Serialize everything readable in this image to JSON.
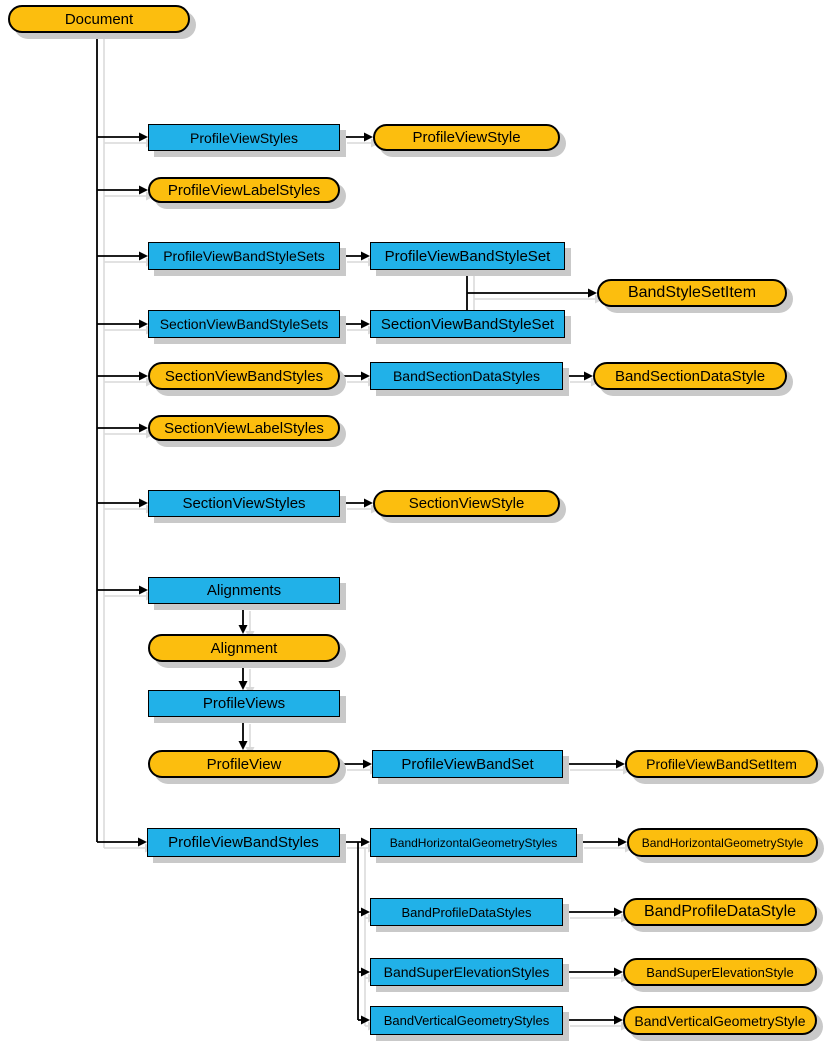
{
  "diagram": {
    "background": "#FFFFFF",
    "colors": {
      "node_blue": "#21B1E8",
      "node_orange": "#FCBE0E",
      "border": "#000000",
      "shadow": "#C9C9C9",
      "line_shadow": "#D9D9D9",
      "line": "#000000"
    },
    "nodes": [
      {
        "id": "document",
        "label": "Document",
        "shape": "pill"
      },
      {
        "id": "profileViewStyles",
        "label": "ProfileViewStyles",
        "shape": "rect"
      },
      {
        "id": "profileViewStyle",
        "label": "ProfileViewStyle",
        "shape": "pill"
      },
      {
        "id": "profileViewLabelStyles",
        "label": "ProfileViewLabelStyles",
        "shape": "pill"
      },
      {
        "id": "profileViewBandStyleSets",
        "label": "ProfileViewBandStyleSets",
        "shape": "rect"
      },
      {
        "id": "profileViewBandStyleSet",
        "label": "ProfileViewBandStyleSet",
        "shape": "rect"
      },
      {
        "id": "bandStyleSetItem",
        "label": "BandStyleSetItem",
        "shape": "pill"
      },
      {
        "id": "sectionViewBandStyleSets",
        "label": "SectionViewBandStyleSets",
        "shape": "rect"
      },
      {
        "id": "sectionViewBandStyleSet",
        "label": "SectionViewBandStyleSet",
        "shape": "rect"
      },
      {
        "id": "sectionViewBandStyles",
        "label": "SectionViewBandStyles",
        "shape": "pill"
      },
      {
        "id": "bandSectionDataStyles",
        "label": "BandSectionDataStyles",
        "shape": "rect"
      },
      {
        "id": "bandSectionDataStyle",
        "label": "BandSectionDataStyle",
        "shape": "pill"
      },
      {
        "id": "sectionViewLabelStyles",
        "label": "SectionViewLabelStyles",
        "shape": "pill"
      },
      {
        "id": "sectionViewStyles",
        "label": "SectionViewStyles",
        "shape": "rect"
      },
      {
        "id": "sectionViewStyle",
        "label": "SectionViewStyle",
        "shape": "pill"
      },
      {
        "id": "alignments",
        "label": "Alignments",
        "shape": "rect"
      },
      {
        "id": "alignment",
        "label": "Alignment",
        "shape": "pill"
      },
      {
        "id": "profileViews",
        "label": "ProfileViews",
        "shape": "rect"
      },
      {
        "id": "profileView",
        "label": "ProfileView",
        "shape": "pill"
      },
      {
        "id": "profileViewBandSet",
        "label": "ProfileViewBandSet",
        "shape": "rect"
      },
      {
        "id": "profileViewBandSetItem",
        "label": "ProfileViewBandSetItem",
        "shape": "pill"
      },
      {
        "id": "profileViewBandStyles",
        "label": "ProfileViewBandStyles",
        "shape": "rect"
      },
      {
        "id": "bandHorizontalGeometryStyles",
        "label": "BandHorizontalGeometryStyles",
        "shape": "rect"
      },
      {
        "id": "bandHorizontalGeometryStyle",
        "label": "BandHorizontalGeometryStyle",
        "shape": "pill"
      },
      {
        "id": "bandProfileDataStyles",
        "label": "BandProfileDataStyles",
        "shape": "rect"
      },
      {
        "id": "bandProfileDataStyle",
        "label": "BandProfileDataStyle",
        "shape": "pill"
      },
      {
        "id": "bandSuperElevationStyles",
        "label": "BandSuperElevationStyles",
        "shape": "rect"
      },
      {
        "id": "bandSuperElevationStyle",
        "label": "BandSuperElevationStyle",
        "shape": "pill"
      },
      {
        "id": "bandVerticalGeometryStyles",
        "label": "BandVerticalGeometryStyles",
        "shape": "rect"
      },
      {
        "id": "bandVerticalGeometryStyle",
        "label": "BandVerticalGeometryStyle",
        "shape": "pill"
      }
    ],
    "edges": [
      {
        "from": "document",
        "to": "profileViewStyles"
      },
      {
        "from": "document",
        "to": "profileViewLabelStyles"
      },
      {
        "from": "document",
        "to": "profileViewBandStyleSets"
      },
      {
        "from": "document",
        "to": "sectionViewBandStyleSets"
      },
      {
        "from": "document",
        "to": "sectionViewBandStyles"
      },
      {
        "from": "document",
        "to": "sectionViewLabelStyles"
      },
      {
        "from": "document",
        "to": "sectionViewStyles"
      },
      {
        "from": "document",
        "to": "alignments"
      },
      {
        "from": "document",
        "to": "profileViewBandStyles"
      },
      {
        "from": "profileViewStyles",
        "to": "profileViewStyle"
      },
      {
        "from": "profileViewBandStyleSets",
        "to": "profileViewBandStyleSet"
      },
      {
        "from": "profileViewBandStyleSet",
        "to": "bandStyleSetItem"
      },
      {
        "from": "sectionViewBandStyleSet",
        "to": "bandStyleSetItem"
      },
      {
        "from": "sectionViewBandStyleSets",
        "to": "sectionViewBandStyleSet"
      },
      {
        "from": "sectionViewBandStyles",
        "to": "bandSectionDataStyles"
      },
      {
        "from": "bandSectionDataStyles",
        "to": "bandSectionDataStyle"
      },
      {
        "from": "sectionViewStyles",
        "to": "sectionViewStyle"
      },
      {
        "from": "alignments",
        "to": "alignment"
      },
      {
        "from": "alignment",
        "to": "profileViews"
      },
      {
        "from": "profileViews",
        "to": "profileView"
      },
      {
        "from": "profileView",
        "to": "profileViewBandSet"
      },
      {
        "from": "profileViewBandSet",
        "to": "profileViewBandSetItem"
      },
      {
        "from": "profileViewBandStyles",
        "to": "bandHorizontalGeometryStyles"
      },
      {
        "from": "profileViewBandStyles",
        "to": "bandProfileDataStyles"
      },
      {
        "from": "profileViewBandStyles",
        "to": "bandSuperElevationStyles"
      },
      {
        "from": "profileViewBandStyles",
        "to": "bandVerticalGeometryStyles"
      },
      {
        "from": "bandHorizontalGeometryStyles",
        "to": "bandHorizontalGeometryStyle"
      },
      {
        "from": "bandProfileDataStyles",
        "to": "bandProfileDataStyle"
      },
      {
        "from": "bandSuperElevationStyles",
        "to": "bandSuperElevationStyle"
      },
      {
        "from": "bandVerticalGeometryStyles",
        "to": "bandVerticalGeometryStyle"
      }
    ]
  }
}
